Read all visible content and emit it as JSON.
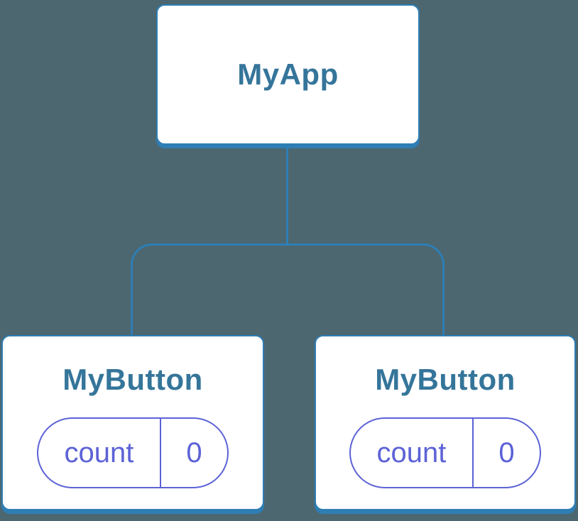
{
  "diagram": {
    "type": "component-tree",
    "root": {
      "label": "MyApp"
    },
    "children": [
      {
        "label": "MyButton",
        "state": {
          "key": "count",
          "value": "0"
        }
      },
      {
        "label": "MyButton",
        "state": {
          "key": "count",
          "value": "0"
        }
      }
    ]
  },
  "colors": {
    "background": "#4C6770",
    "stroke": "#2E7EB5",
    "node_text": "#35759A",
    "state": "#5C62D6",
    "node_fill": "#FFFFFF"
  }
}
